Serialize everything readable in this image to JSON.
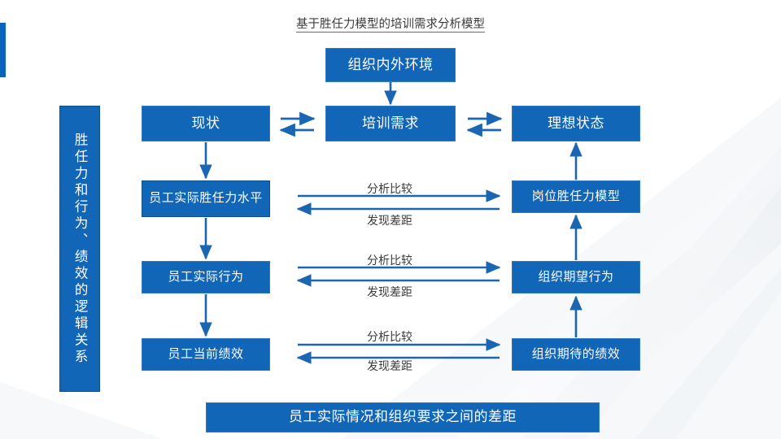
{
  "page": {
    "title": "基于胜任力模型的培训需求分析模型",
    "accent_color": "#0A63BC",
    "box_fill": "#1266B8",
    "box_text_color": "#FFFFFF",
    "arrow_color": "#1B66B3",
    "background": "#FFFFFF"
  },
  "side_label": {
    "text": "胜任力和行为、绩效的逻辑关系"
  },
  "nodes": {
    "environment": "组织内外环境",
    "current_state": "现状",
    "training_need": "培训需求",
    "ideal_state": "理想状态",
    "employee_competency": "员工实际胜任力水平",
    "job_competency_model": "岗位胜任力模型",
    "employee_behavior": "员工实际行为",
    "org_expected_behavior": "组织期望行为",
    "employee_performance": "员工当前绩效",
    "org_expected_performance": "组织期待的绩效",
    "gap_summary": "员工实际情况和组织要求之间的差距"
  },
  "edge_labels": {
    "analyze_compare": "分析比较",
    "find_gap": "发现差距",
    "rows": [
      {
        "top": "分析比较",
        "bottom": "发现差距"
      },
      {
        "top": "分析比较",
        "bottom": "发现差距"
      },
      {
        "top": "分析比较",
        "bottom": "发现差距"
      }
    ]
  }
}
